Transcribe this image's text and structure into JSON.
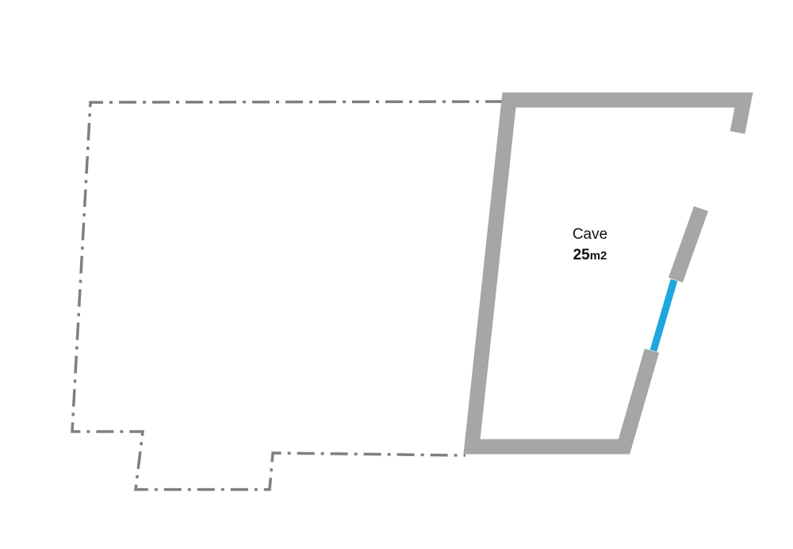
{
  "room": {
    "name": "Cave",
    "area_value": "25",
    "area_unit": "m2"
  },
  "colors": {
    "wall": "#a6a6a6",
    "window": "#1ea7dd",
    "outline": "#7f7f7f",
    "background": "#ffffff",
    "label": "#111111"
  }
}
